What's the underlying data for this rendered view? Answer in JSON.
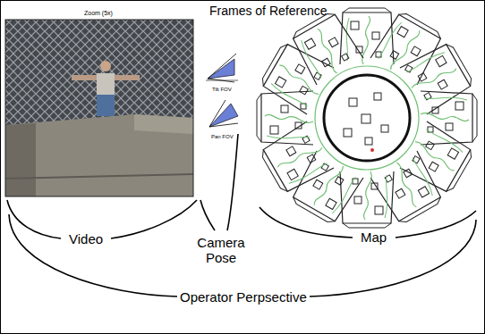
{
  "diagram": {
    "title": "Frames of Reference",
    "labels": [
      "Zoom (5x)",
      "Tilt FOV",
      "Pan FOV",
      "Video",
      "Camera Pose",
      "Map",
      "Operator Perpsective"
    ]
  }
}
